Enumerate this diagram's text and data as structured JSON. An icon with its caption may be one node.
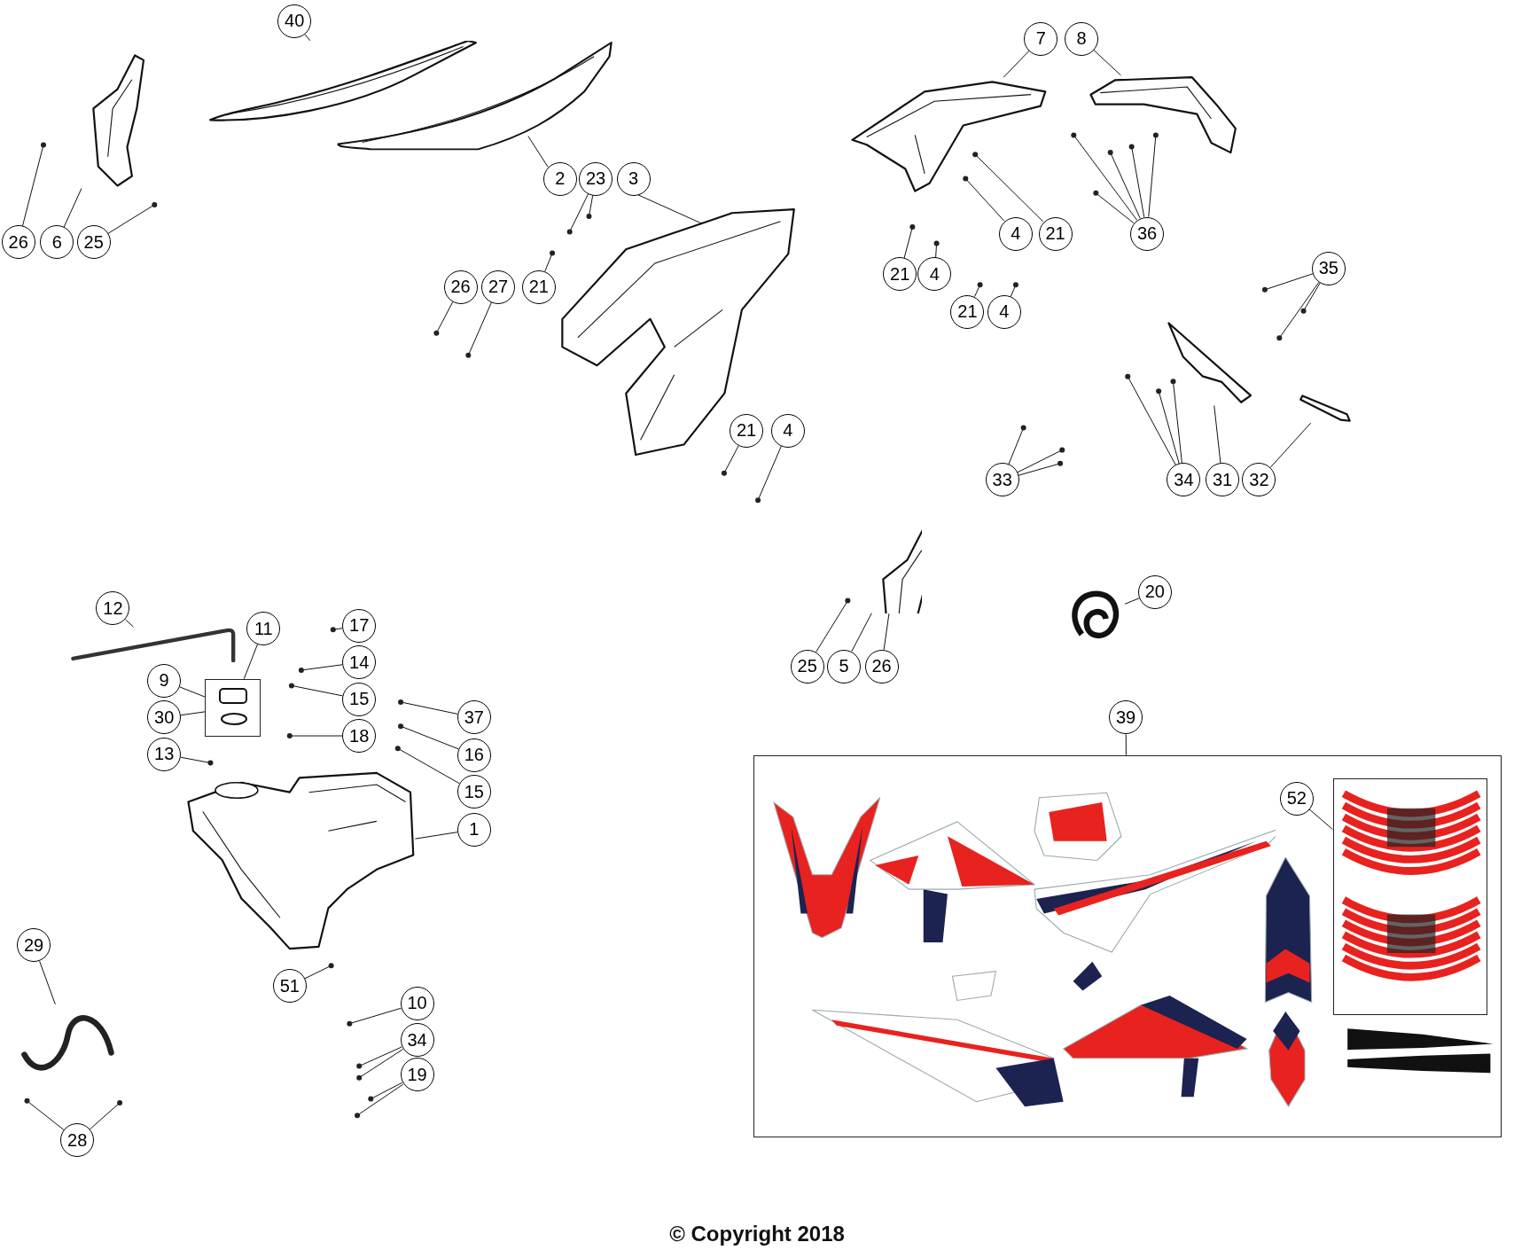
{
  "diagram": {
    "nodes": [
      {
        "text": [],
        "shape": "picture"
      },
      {
        "text": [],
        "shape": "picture"
      },
      {
        "text": [],
        "shape": "picture"
      },
      {
        "text": [],
        "shape": "picture"
      },
      {
        "text": [],
        "shape": "picture"
      },
      {
        "text": [],
        "shape": "picture"
      },
      {
        "text": [],
        "shape": "picture"
      },
      {
        "text": [],
        "shape": "picture"
      },
      {
        "text": [],
        "shape": "picture"
      },
      {
        "text": [],
        "shape": "picture"
      },
      {
        "text": [],
        "shape": "picture"
      },
      {
        "text": [],
        "shape": "box"
      },
      {
        "text": [],
        "shape": "picture"
      },
      {
        "text": [],
        "shape": "picture"
      },
      {
        "text": [],
        "shape": "box"
      },
      {
        "text": [],
        "shape": "box",
        "in": 14
      },
      {
        "text": [
          "40"
        ]
      },
      {
        "text": [
          "7"
        ]
      },
      {
        "text": [
          "8"
        ]
      },
      {
        "text": [
          "2"
        ]
      },
      {
        "text": [
          "23"
        ]
      },
      {
        "text": [
          "3"
        ]
      },
      {
        "text": [
          "36"
        ]
      },
      {
        "text": [
          "4"
        ]
      },
      {
        "text": [
          "21"
        ]
      },
      {
        "text": [
          "26"
        ]
      },
      {
        "text": [
          "6"
        ]
      },
      {
        "text": [
          "25"
        ]
      },
      {
        "text": [
          "35"
        ]
      },
      {
        "text": [
          "21"
        ]
      },
      {
        "text": [
          "4"
        ]
      },
      {
        "text": [
          "26"
        ]
      },
      {
        "text": [
          "27"
        ]
      },
      {
        "text": [
          "21"
        ]
      },
      {
        "text": [
          "21"
        ]
      },
      {
        "text": [
          "4"
        ]
      },
      {
        "text": [
          "21"
        ]
      },
      {
        "text": [
          "4"
        ]
      },
      {
        "text": [
          "33"
        ]
      },
      {
        "text": [
          "34"
        ]
      },
      {
        "text": [
          "31"
        ]
      },
      {
        "text": [
          "32"
        ]
      },
      {
        "text": [
          "20"
        ]
      },
      {
        "text": [
          "12"
        ]
      },
      {
        "text": [
          "17"
        ]
      },
      {
        "text": [
          "11"
        ]
      },
      {
        "text": [
          "14"
        ]
      },
      {
        "text": [
          "25"
        ]
      },
      {
        "text": [
          "5"
        ]
      },
      {
        "text": [
          "26"
        ]
      },
      {
        "text": [
          "9"
        ]
      },
      {
        "text": [
          "15"
        ]
      },
      {
        "text": [
          "30"
        ]
      },
      {
        "text": [
          "37"
        ]
      },
      {
        "text": [
          "39"
        ]
      },
      {
        "text": [
          "18"
        ]
      },
      {
        "text": [
          "13"
        ]
      },
      {
        "text": [
          "16"
        ]
      },
      {
        "text": [
          "15"
        ]
      },
      {
        "text": [
          "52"
        ],
        "in": 14
      },
      {
        "text": [
          "1"
        ]
      },
      {
        "text": [
          "29"
        ]
      },
      {
        "text": [
          "51"
        ]
      },
      {
        "text": [
          "10"
        ]
      },
      {
        "text": [
          "34"
        ]
      },
      {
        "text": [
          "19"
        ]
      },
      {
        "text": [
          "28"
        ]
      }
    ],
    "edges": [
      {
        "from": 16,
        "to": 0,
        "arrow": "none"
      },
      {
        "from": 17,
        "to": 3,
        "arrow": "none"
      },
      {
        "from": 18,
        "to": 4,
        "arrow": "none"
      },
      {
        "from": 19,
        "to": 1,
        "arrow": "none"
      },
      {
        "from": 20,
        "to": null,
        "arrow": "none"
      },
      {
        "from": 20,
        "to": null,
        "arrow": "none"
      },
      {
        "from": 21,
        "to": 2,
        "arrow": "none"
      },
      {
        "from": 22,
        "to": null,
        "arrow": "none"
      },
      {
        "from": 22,
        "to": null,
        "arrow": "none"
      },
      {
        "from": 22,
        "to": null,
        "arrow": "none"
      },
      {
        "from": 22,
        "to": null,
        "arrow": "none"
      },
      {
        "from": 22,
        "to": null,
        "arrow": "none"
      },
      {
        "from": 23,
        "to": null,
        "arrow": "none"
      },
      {
        "from": 24,
        "to": null,
        "arrow": "none"
      },
      {
        "from": 25,
        "to": null,
        "arrow": "none"
      },
      {
        "from": 26,
        "to": 5,
        "arrow": "none"
      },
      {
        "from": 27,
        "to": null,
        "arrow": "none"
      },
      {
        "from": 28,
        "to": null,
        "arrow": "none"
      },
      {
        "from": 28,
        "to": null,
        "arrow": "none"
      },
      {
        "from": 28,
        "to": null,
        "arrow": "none"
      },
      {
        "from": 29,
        "to": null,
        "arrow": "none"
      },
      {
        "from": 30,
        "to": null,
        "arrow": "none"
      },
      {
        "from": 31,
        "to": null,
        "arrow": "none"
      },
      {
        "from": 32,
        "to": null,
        "arrow": "none"
      },
      {
        "from": 33,
        "to": null,
        "arrow": "none"
      },
      {
        "from": 34,
        "to": null,
        "arrow": "none"
      },
      {
        "from": 35,
        "to": null,
        "arrow": "none"
      },
      {
        "from": 36,
        "to": null,
        "arrow": "none"
      },
      {
        "from": 37,
        "to": null,
        "arrow": "none"
      },
      {
        "from": 38,
        "to": null,
        "arrow": "none"
      },
      {
        "from": 38,
        "to": null,
        "arrow": "none"
      },
      {
        "from": 38,
        "to": null,
        "arrow": "none"
      },
      {
        "from": 39,
        "to": null,
        "arrow": "none"
      },
      {
        "from": 39,
        "to": null,
        "arrow": "none"
      },
      {
        "from": 39,
        "to": null,
        "arrow": "none"
      },
      {
        "from": 40,
        "to": 6,
        "arrow": "none"
      },
      {
        "from": 41,
        "to": 7,
        "arrow": "none"
      },
      {
        "from": 42,
        "to": 9,
        "arrow": "none"
      },
      {
        "from": 43,
        "to": 10,
        "arrow": "none"
      },
      {
        "from": 44,
        "to": null,
        "arrow": "none"
      },
      {
        "from": 45,
        "to": 11,
        "arrow": "none"
      },
      {
        "from": 46,
        "to": null,
        "arrow": "none"
      },
      {
        "from": 47,
        "to": null,
        "arrow": "none"
      },
      {
        "from": 48,
        "to": 8,
        "arrow": "none"
      },
      {
        "from": 49,
        "to": 8,
        "arrow": "none"
      },
      {
        "from": 50,
        "to": 11,
        "arrow": "none"
      },
      {
        "from": 51,
        "to": null,
        "arrow": "none"
      },
      {
        "from": 52,
        "to": 11,
        "arrow": "none"
      },
      {
        "from": 53,
        "to": null,
        "arrow": "none"
      },
      {
        "from": 54,
        "to": 14,
        "arrow": "none"
      },
      {
        "from": 55,
        "to": null,
        "arrow": "none"
      },
      {
        "from": 56,
        "to": null,
        "arrow": "none"
      },
      {
        "from": 57,
        "to": null,
        "arrow": "none"
      },
      {
        "from": 58,
        "to": null,
        "arrow": "none"
      },
      {
        "from": 59,
        "to": 15,
        "arrow": "none"
      },
      {
        "from": 60,
        "to": 12,
        "arrow": "none"
      },
      {
        "from": 61,
        "to": 13,
        "arrow": "none"
      },
      {
        "from": 62,
        "to": null,
        "arrow": "none"
      },
      {
        "from": 63,
        "to": null,
        "arrow": "none"
      },
      {
        "from": 64,
        "to": null,
        "arrow": "none"
      },
      {
        "from": 64,
        "to": null,
        "arrow": "none"
      },
      {
        "from": 65,
        "to": null,
        "arrow": "none"
      },
      {
        "from": 65,
        "to": null,
        "arrow": "none"
      },
      {
        "from": 66,
        "to": null,
        "arrow": "none"
      },
      {
        "from": 66,
        "to": null,
        "arrow": "none"
      }
    ],
    "labels": [
      "© Copyright 2018"
    ]
  }
}
